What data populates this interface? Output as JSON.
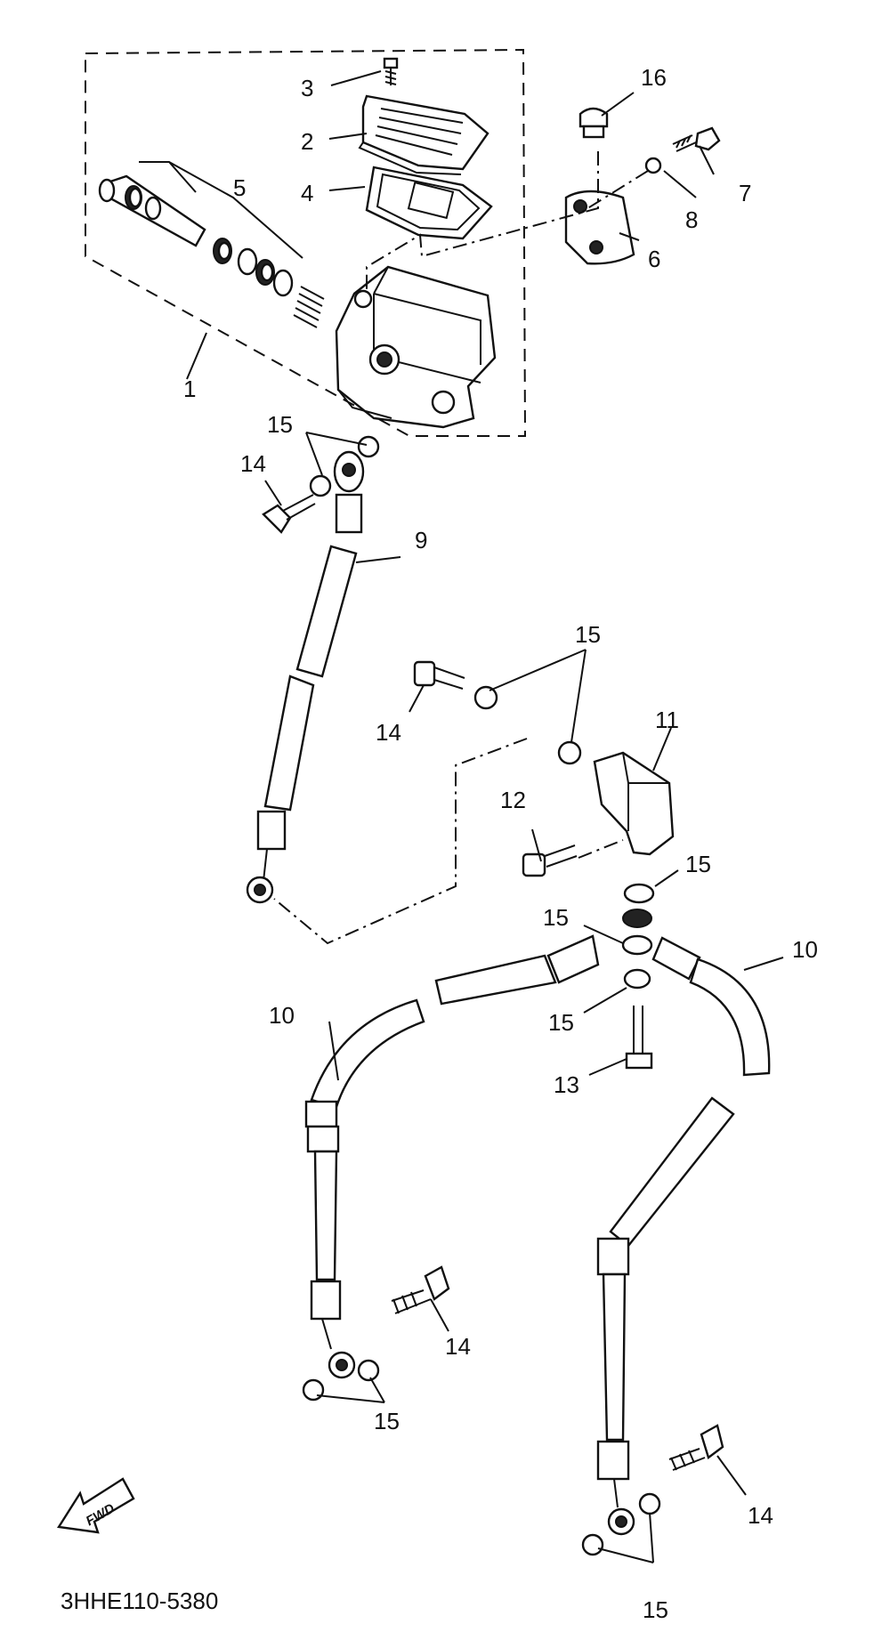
{
  "diagram": {
    "drawing_code": "3HHE110-5380",
    "fwd_label": "FWD",
    "callouts": {
      "c1": "1",
      "c2": "2",
      "c3": "3",
      "c4": "4",
      "c5": "5",
      "c6": "6",
      "c7": "7",
      "c8": "8",
      "c9": "9",
      "c10a": "10",
      "c10b": "10",
      "c11": "11",
      "c12": "12",
      "c13": "13",
      "c14a": "14",
      "c14b": "14",
      "c14c": "14",
      "c14d": "14",
      "c15a": "15",
      "c15b": "15",
      "c15c": "15",
      "c15d": "15",
      "c15e": "15",
      "c15f": "15",
      "c15g": "15",
      "c16": "16"
    }
  }
}
